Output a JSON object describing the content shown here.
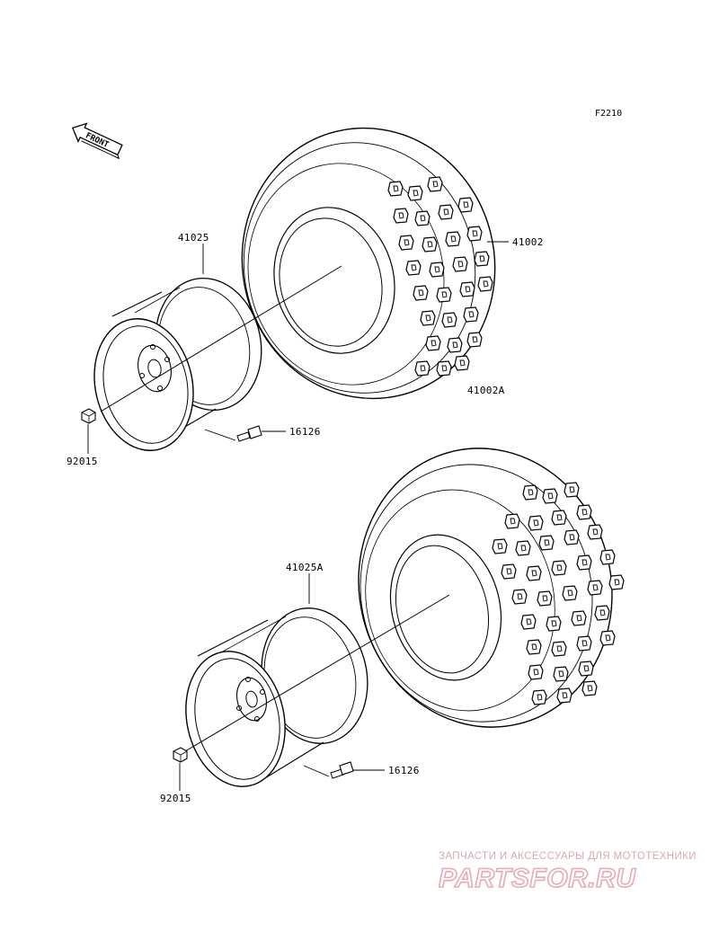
{
  "figure_code": "F2210",
  "front_label": "FRONT",
  "parts": [
    {
      "id": "41002",
      "label": "41002"
    },
    {
      "id": "41002A",
      "label": "41002A"
    },
    {
      "id": "41025",
      "label": "41025"
    },
    {
      "id": "41025A",
      "label": "41025A"
    },
    {
      "id": "16126-upper",
      "label": "16126"
    },
    {
      "id": "16126-lower",
      "label": "16126"
    },
    {
      "id": "92015-upper",
      "label": "92015"
    },
    {
      "id": "92015-lower",
      "label": "92015"
    }
  ],
  "watermark": {
    "tagline": "ЗАПЧАСТИ И АКСЕССУАРЫ ДЛЯ МОТОТЕХНИКИ",
    "brand": "PARTSFOR.RU"
  }
}
